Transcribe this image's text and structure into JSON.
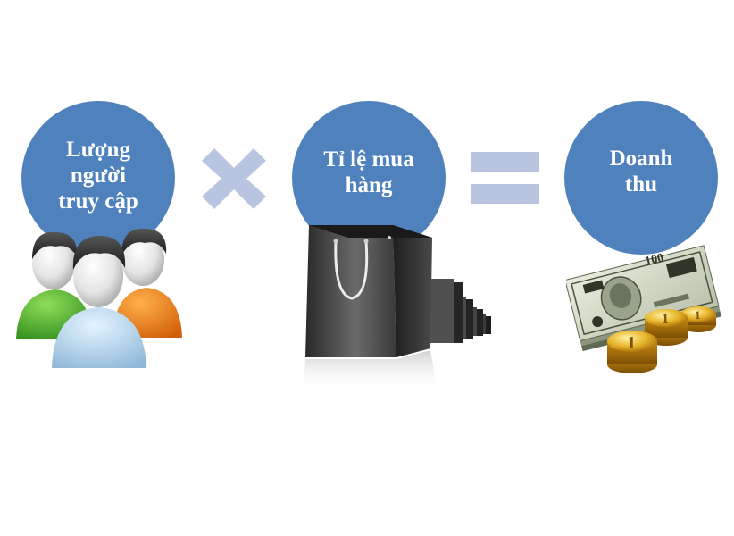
{
  "colors": {
    "circle": "#4f81bd",
    "operator": "#b8c4e0",
    "background": "#ffffff"
  },
  "formula": {
    "term_visitors": {
      "lines": [
        "Lượng",
        "người",
        "truy cập"
      ],
      "icon": "people-group-icon"
    },
    "operator_multiply": {
      "icon": "multiply-icon"
    },
    "term_conversion": {
      "lines": [
        "Tỉ lệ mua",
        "hàng"
      ],
      "icon": "shopping-bag-icon"
    },
    "operator_equals": {
      "icon": "equals-icon"
    },
    "term_revenue": {
      "lines": [
        "Doanh",
        "thu"
      ],
      "icon": "money-coins-icon",
      "bill_denomination": "100",
      "coin_denomination": "1"
    }
  }
}
